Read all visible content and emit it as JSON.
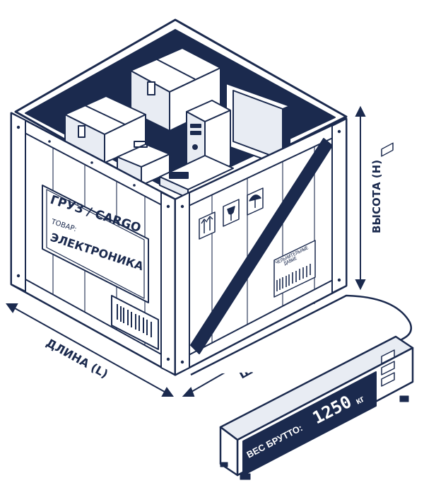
{
  "dimensions": {
    "length": "ДЛИНА (L)",
    "width": "ШИРИНА (W)",
    "height": "ВЫСОТА (H)"
  },
  "label": {
    "title": "ГРУЗ / CARGO",
    "goods_caption": "ТОВАР:",
    "goods_value": "ЭЛЕКТРОНИКА"
  },
  "side_sticker": {
    "line1": "ЧЕЛЬНИТЕЛЬНЫЕ",
    "line2": "ДАВЫЕ"
  },
  "scale": {
    "caption": "ВЕС БРУТТО:",
    "value": "1250",
    "unit": "кг"
  },
  "colors": {
    "navy": "#1b2a4e",
    "panel": "#e8ecf3",
    "display": "#1b2a4e",
    "white": "#ffffff"
  },
  "icons": [
    "this-side-up-icon",
    "fragile-glass-icon",
    "keep-dry-umbrella-icon",
    "barcode-icon"
  ]
}
